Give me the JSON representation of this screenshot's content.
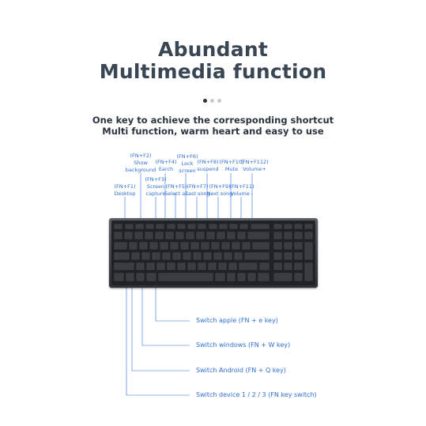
{
  "header": {
    "title_line1": "Abundant",
    "title_line2": "Multimedia function",
    "subtitle_line1": "One key to achieve the corresponding shortcut",
    "subtitle_line2": "Multi function, warm heart and easy to use"
  },
  "pager": {
    "count": 3,
    "active": 0
  },
  "fn_labels": {
    "f1": {
      "key": "(FN+F1)",
      "name": "Desktop"
    },
    "f2": {
      "key": "(FN+F2)",
      "name1": "Show",
      "name2": "background"
    },
    "f3": {
      "key": "(FN+F3)",
      "name1": "Screen",
      "name2": "capture"
    },
    "f4": {
      "key": "(FN+F4)",
      "name": "Earch"
    },
    "f5": {
      "key": "(FN+F5)",
      "name": "Select all"
    },
    "f6": {
      "key": "(FN+F6)",
      "name1": "Lock",
      "name2": "screen"
    },
    "f7": {
      "key": "(FN+F7)",
      "name": "Last song"
    },
    "f8": {
      "key": "(FN+F8)",
      "name": "suspend"
    },
    "f9": {
      "key": "(FN+F9)",
      "name": "Next song"
    },
    "f10": {
      "key": "(FN+F10)",
      "name": "Mute"
    },
    "f11": {
      "key": "(FN+F11)",
      "name": "Volume -"
    },
    "f12": {
      "key": "(FN+F112)",
      "name": "Volume+"
    }
  },
  "callouts": {
    "apple": "Switch apple (FN + e key)",
    "windows": "Switch windows (FN + W key)",
    "android": "Switch Android (FN + Q key)",
    "device": "Switch device 1 / 2 / 3 (FN key switch)"
  },
  "colors": {
    "accent": "#2f6fd6",
    "title": "#3a4654",
    "keyboard": "#2e3034"
  }
}
